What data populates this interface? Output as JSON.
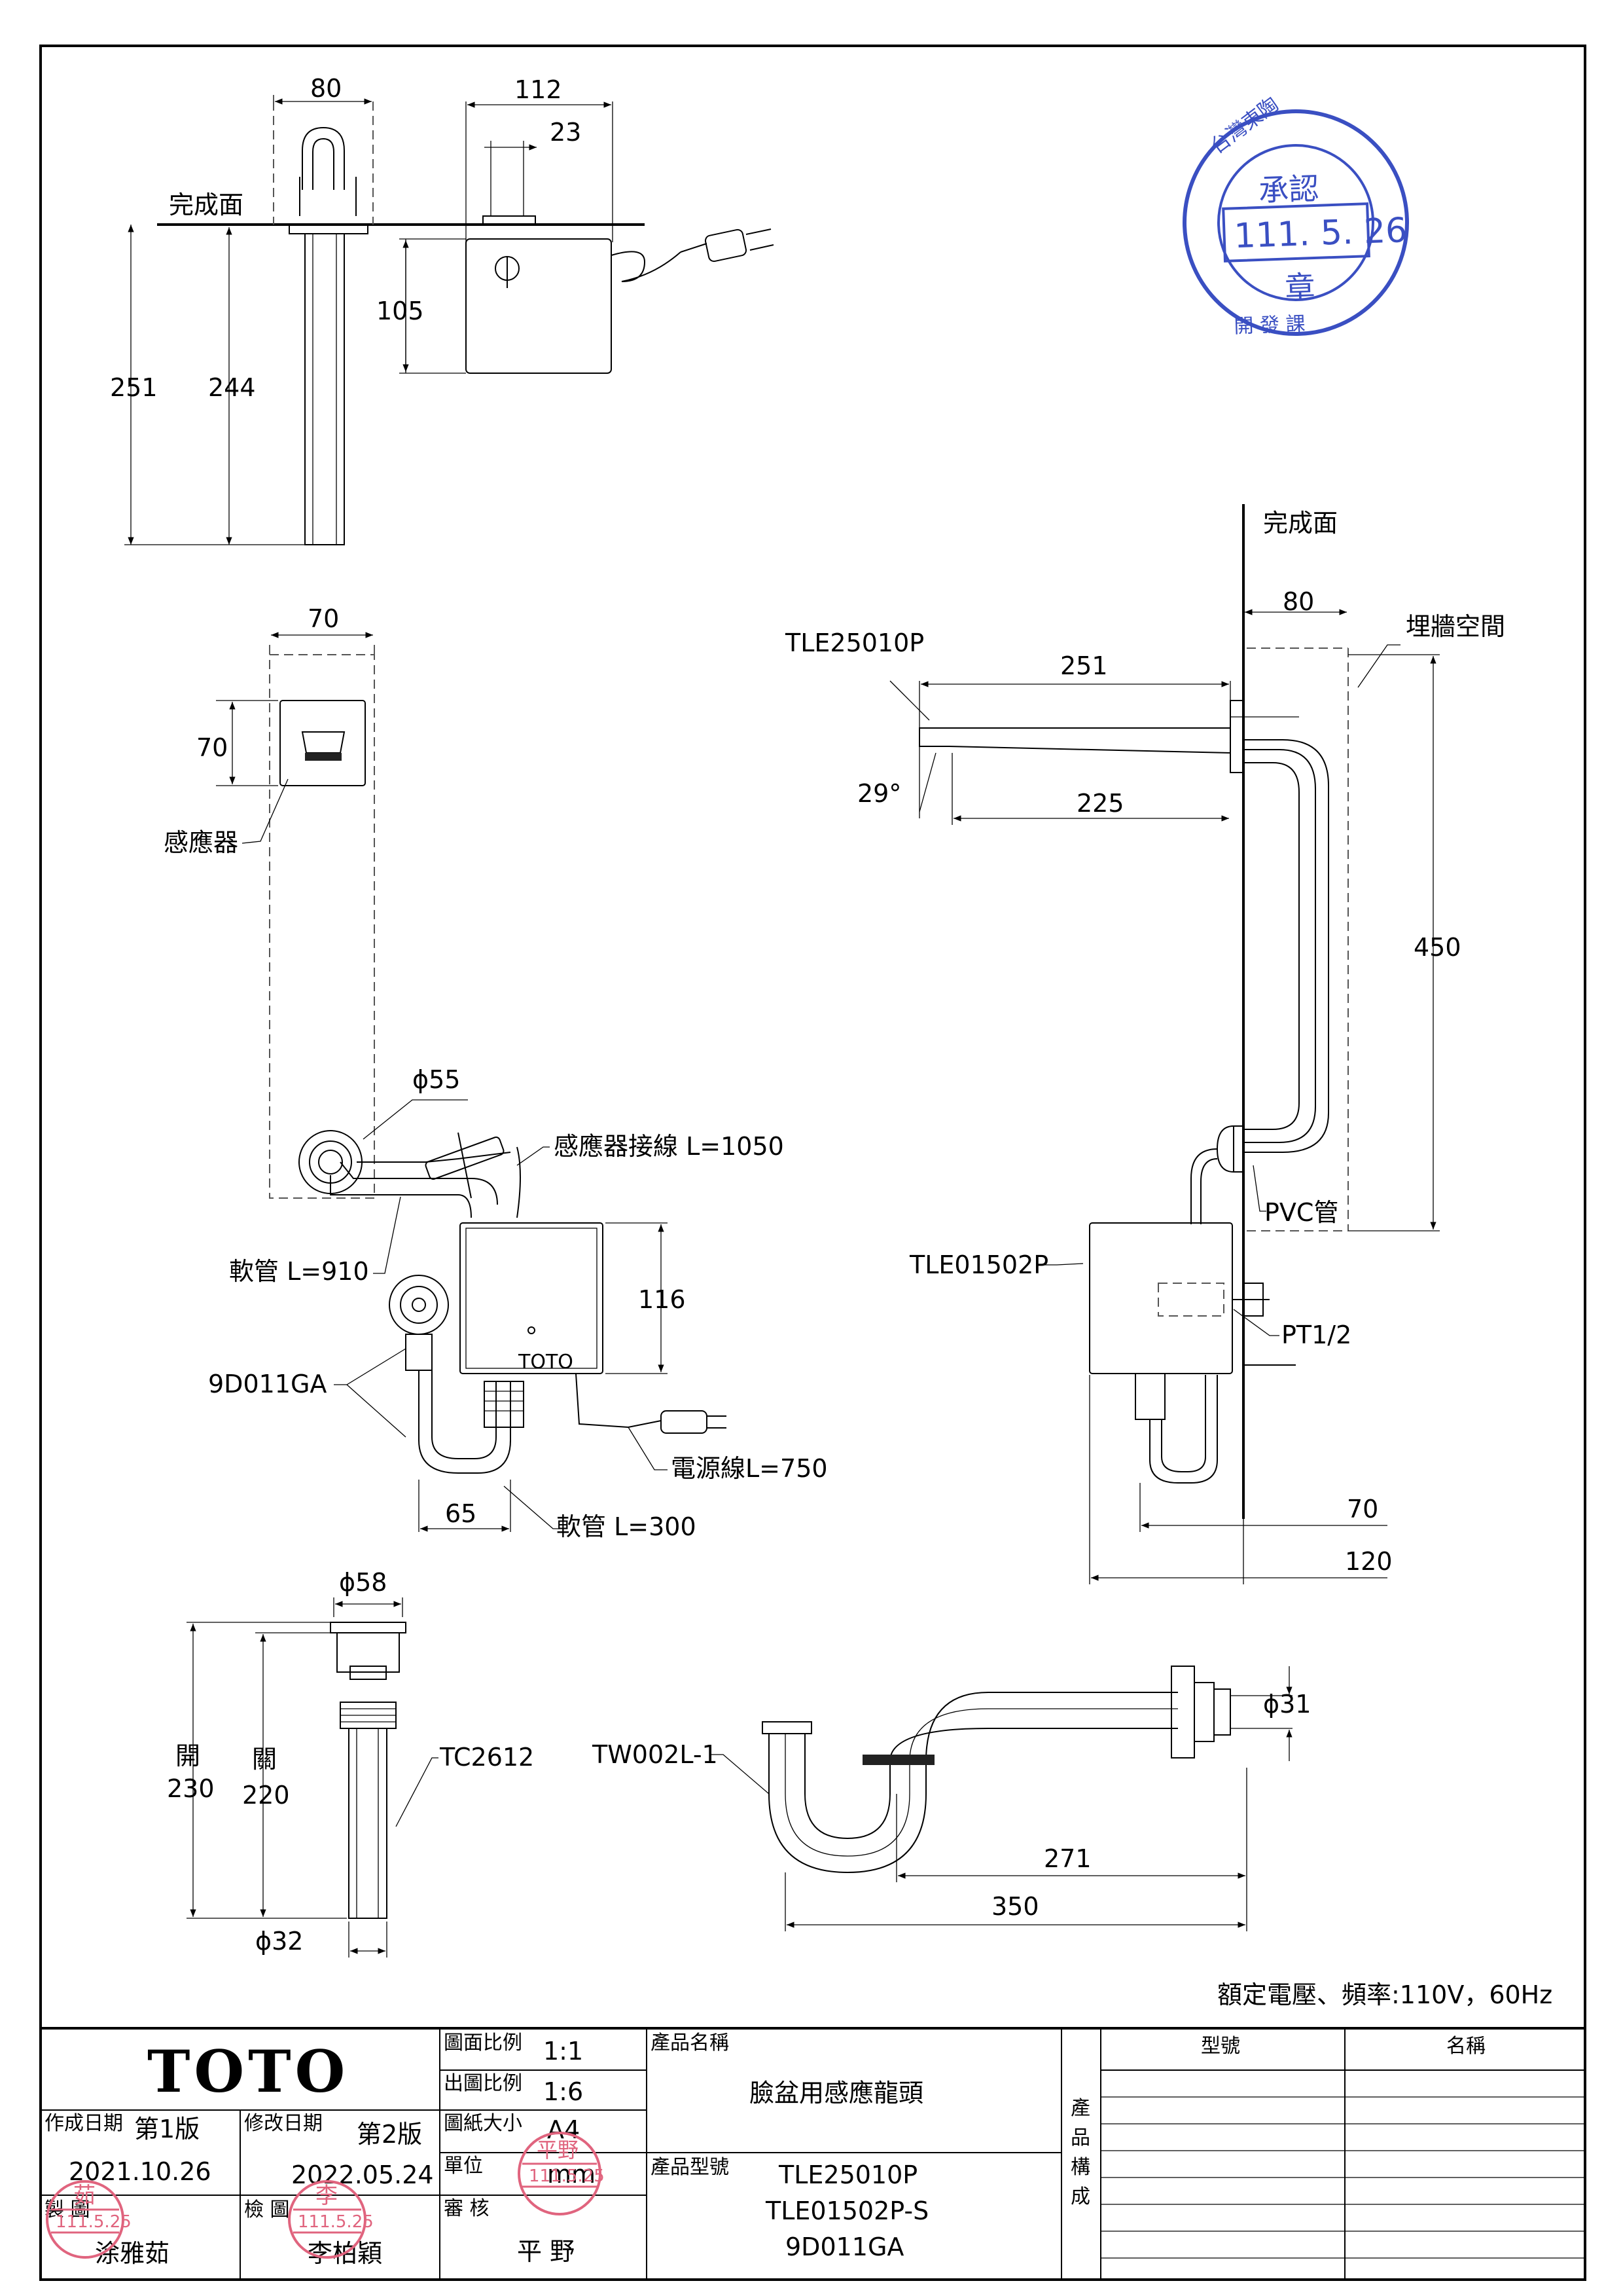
{
  "top_view": {
    "finish_surface": "完成面",
    "dim_width": "80",
    "dim_box_width": "112",
    "dim_offset": "23",
    "dim_box_height": "105",
    "dim_total": "251",
    "dim_pipe": "244"
  },
  "front_view": {
    "dim_width": "70",
    "dim_height": "70",
    "sensor_label": "感應器",
    "phi55": "ϕ55",
    "sensor_cable": "感應器接線 L=1050",
    "hose_910": "軟管 L=910",
    "valve_label": "9D011GA",
    "dim_116": "116",
    "power_cord": "電源線L=750",
    "dim_65": "65",
    "hose_300": "軟管 L=300"
  },
  "side_view": {
    "finish_surface": "完成面",
    "dim_80": "80",
    "wall_space": "埋牆空間",
    "spout_model": "TLE25010P",
    "dim_251": "251",
    "angle": "29°",
    "dim_225": "225",
    "dim_450": "450",
    "pvc": "PVC管",
    "control_model": "TLE01502P",
    "pt": "PT1/2",
    "dim_70": "70",
    "dim_120": "120"
  },
  "drain_view": {
    "phi58": "ϕ58",
    "open_label": "開",
    "close_label": "關",
    "dim_230": "230",
    "dim_220": "220",
    "model": "TC2612",
    "phi32": "ϕ32"
  },
  "trap_view": {
    "model": "TW002L-1",
    "phi31": "ϕ31",
    "dim_271": "271",
    "dim_350": "350"
  },
  "rating": "額定電壓、頻率:110V，60Hz",
  "title_block": {
    "logo": "TOTO",
    "scale_drawing_label": "圖面比例",
    "scale_drawing": "1:1",
    "scale_print_label": "出圖比例",
    "scale_print": "1:6",
    "paper_label": "圖紙大小",
    "paper": "A4",
    "unit_label": "單位",
    "unit": "mm",
    "review_label": "審 核",
    "reviewer": "平 野",
    "created_label": "作成日期",
    "created_version": "第1版",
    "created_date": "2021.10.26",
    "revised_label": "修改日期",
    "revised_version": "第2版",
    "revised_date": "2022.05.24",
    "drawn_label": "製 圖",
    "drawer": "涂雅茹",
    "checked_label": "檢 圖",
    "checker": "李柏穎",
    "product_name_label": "產品名稱",
    "product_name": "臉盆用感應龍頭",
    "product_model_label": "產品型號",
    "product_models": [
      "TLE25010P",
      "TLE01502P-S",
      "9D011GA"
    ],
    "composition_label": [
      "產",
      "品",
      "構",
      "成"
    ],
    "col_model": "型號",
    "col_name": "名稱"
  },
  "stamps": {
    "approval_date": "111. 5. 26",
    "approval_word": "承認",
    "approval_seal": "章",
    "approval_ring": "台灣東陶",
    "approval_bottom": "開 發 課",
    "drawer_seal": "111.5.25",
    "drawer_name": "茹",
    "checker_seal": "111.5.25",
    "checker_name": "李",
    "review_seal": "111.5.25",
    "review_name": "平野"
  }
}
